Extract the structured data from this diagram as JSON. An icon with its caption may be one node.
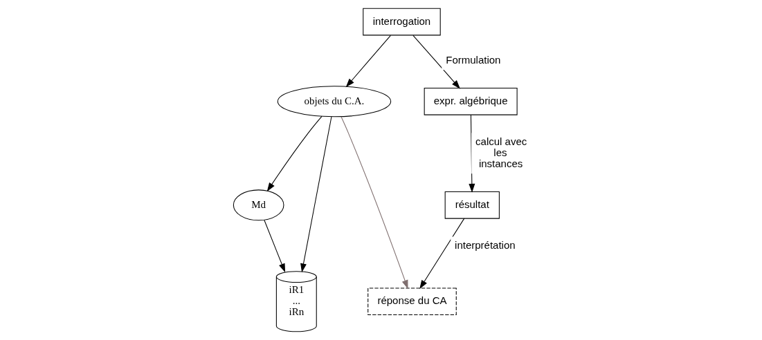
{
  "diagram": {
    "nodes": [
      {
        "text": [
          "objets du C.A."
        ]
      },
      {
        "text": [
          "réponse du CA"
        ]
      },
      {
        "text": [
          "interrogation"
        ]
      },
      {
        "text": [
          "Md"
        ]
      },
      {
        "text": [
          "expr. algébrique"
        ]
      },
      {
        "text": [
          "iR1",
          "...",
          "iRn"
        ]
      },
      {
        "text": [
          "résultat"
        ]
      }
    ],
    "edges": [
      {
        "from": 0,
        "to": 1,
        "arrow": "to",
        "color": "#7f6f6f"
      },
      {
        "from": 2,
        "to": 0,
        "arrow": "to"
      },
      {
        "from": 2,
        "to": 4,
        "arrow": "to",
        "label": "Formulation"
      },
      {
        "from": 0,
        "to": 3,
        "arrow": "to"
      },
      {
        "from": 0,
        "to": 5,
        "arrow": "to"
      },
      {
        "from": 3,
        "to": 5,
        "arrow": "to"
      },
      {
        "from": 4,
        "to": 6,
        "arrow": "to",
        "label": "calcul avec les instances"
      },
      {
        "from": 6,
        "to": 1,
        "arrow": "to",
        "label": "interprétation"
      }
    ]
  }
}
